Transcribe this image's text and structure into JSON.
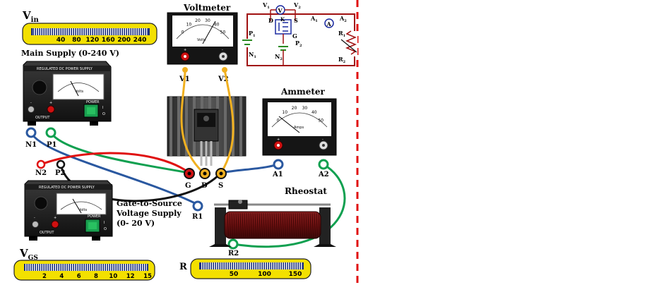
{
  "sliders": {
    "vin": {
      "symbol": "V",
      "subscript": "in",
      "ticks": [
        "40",
        "80",
        "120",
        "160",
        "200",
        "240"
      ]
    },
    "vgs": {
      "symbol": "V",
      "subscript": "GS",
      "ticks": [
        "2",
        "4",
        "6",
        "8",
        "10",
        "12",
        "15"
      ]
    },
    "r": {
      "symbol": "R",
      "ticks": [
        "50",
        "100",
        "150"
      ]
    }
  },
  "labels": {
    "main_supply": "Main Supply (0-240 V)",
    "gate_supply_line1": "Gate-to-Source",
    "gate_supply_line2": "Voltage Supply",
    "gate_supply_line3": "(0- 20 V)",
    "voltmeter": "Voltmeter",
    "ammeter": "Ammeter",
    "rheostat": "Rheostat"
  },
  "supply": {
    "brand": "REGULATED DC POWER SUPPLY",
    "output": "OUTPUT",
    "power": "POWER",
    "volts": "Volts",
    "minus": "-",
    "plus": "+",
    "i": "I",
    "o": "O"
  },
  "meters": {
    "voltmeter_unit": "Volts",
    "ammeter_unit": "Amps",
    "voltmeter_scale": [
      "0",
      "10",
      "20",
      "30",
      "40",
      "50"
    ],
    "ammeter_scale": [
      "0",
      "10",
      "20",
      "30",
      "40",
      "50"
    ]
  },
  "terminals": {
    "n1": "N1",
    "p1": "P1",
    "n2": "N2",
    "p2": "P2",
    "g": "G",
    "d": "D",
    "s": "S",
    "v1": "V1",
    "v2": "V2",
    "a1": "A1",
    "a2": "A2",
    "r1": "R1",
    "r2": "R2"
  },
  "schematic": {
    "v1": "V",
    "v1_sub": "1",
    "v2": "V",
    "v2_sub": "2",
    "a1": "A",
    "a1_sub": "1",
    "a2": "A",
    "a2_sub": "2",
    "p1": "P",
    "p1_sub": "1",
    "n1": "N",
    "n1_sub": "1",
    "p2": "P",
    "p2_sub": "2",
    "n2": "N",
    "n2_sub": "2",
    "r1": "R",
    "r1_sub": "1",
    "r2": "R",
    "r2_sub": "2",
    "d": "D",
    "s": "S",
    "g": "G",
    "k": "K",
    "v_symbol": "V",
    "a_symbol": "A"
  },
  "colors": {
    "slider_bg": "#f3e000",
    "track": "#1a2f7a",
    "wire_red": "#e01010",
    "wire_green": "#10a050",
    "wire_blue": "#2a58a0",
    "wire_black": "#111111",
    "wire_yellow": "#f0b020",
    "divider": "#e01010",
    "schematic_wire": "#a01010",
    "schematic_label": "#1a2aa0"
  }
}
